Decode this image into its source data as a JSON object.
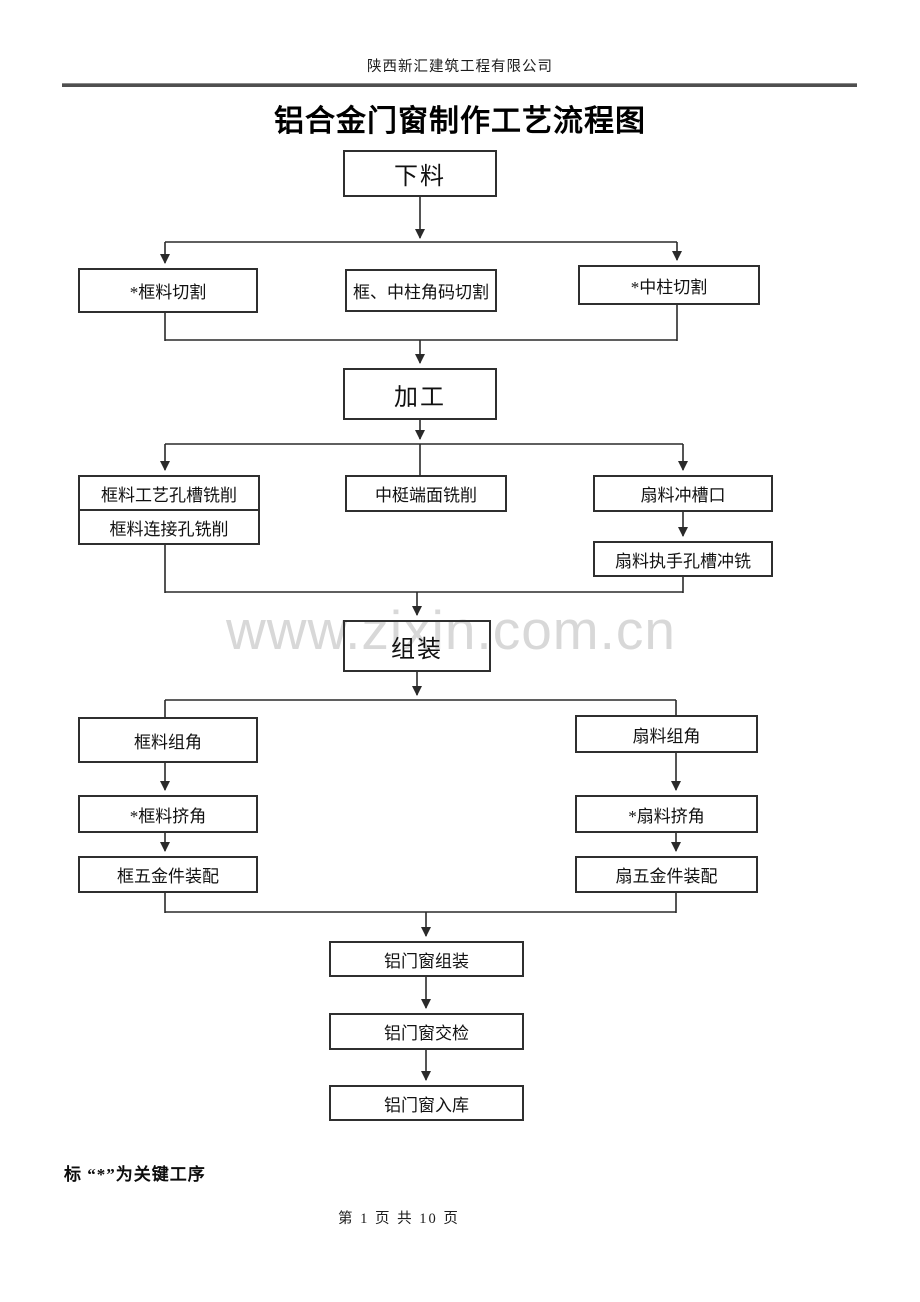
{
  "header": {
    "company": "陕西新汇建筑工程有限公司",
    "title": "铝合金门窗制作工艺流程图"
  },
  "flowchart": {
    "type": "flowchart",
    "nodes": {
      "blanking": "下料",
      "frame_cutting": "*框料切割",
      "corner_brace_cutting": "框、中柱角码切割",
      "mullion_cutting": "*中柱切割",
      "processing": "加工",
      "frame_process_hole_milling": "框料工艺孔槽铣削",
      "frame_connection_hole_milling": "框料连接孔铣削",
      "mullion_end_milling": "中梃端面铣削",
      "sash_slot_punching": "扇料冲槽口",
      "sash_handle_hole_milling": "扇料执手孔槽冲铣",
      "assembly": "组装",
      "frame_corner_joining": "框料组角",
      "sash_corner_joining": "扇料组角",
      "frame_corner_crimping": "*框料挤角",
      "sash_corner_crimping": "*扇料挤角",
      "frame_hardware_assembly": "框五金件装配",
      "sash_hardware_assembly": "扇五金件装配",
      "window_assembly": "铝门窗组装",
      "window_inspection": "铝门窗交检",
      "window_storage": "铝门窗入库"
    }
  },
  "watermark": {
    "text": "www.zixin.com.cn",
    "color": "#d8d8d8"
  },
  "footer": {
    "note": "标 “*”为关键工序",
    "page_indicator": "第 1 页 共 10 页"
  },
  "colors": {
    "line": "#2f2f2f",
    "header_rule": "#4f4f4f",
    "text": "#141414"
  }
}
